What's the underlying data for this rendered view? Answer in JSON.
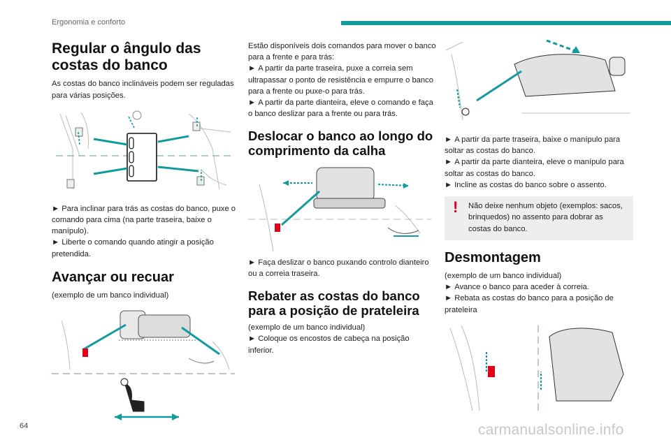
{
  "header": {
    "section": "Ergonomia e conforto"
  },
  "col1": {
    "title": "Regular o ângulo das costas do banco",
    "intro": "As costas do banco inclináveis podem ser reguladas para várias posições.",
    "step1": "Para inclinar para trás as costas do banco, puxe o comando para cima (na parte traseira, baixe o manípulo).",
    "step2": "Liberte o comando quando atingir a posição pretendida.",
    "h_forward": "Avançar ou recuar",
    "example": "(exemplo de um banco individual)"
  },
  "col2": {
    "intro": "Estão disponíveis dois comandos para mover o banco para a frente e para trás:",
    "step1": "A partir da parte traseira, puxe a correia sem ultrapassar o ponto de resistência e empurre o banco para a frente ou puxe-o para trás.",
    "step2": "A partir da parte dianteira, eleve o comando e faça o banco deslizar para a frente ou para trás.",
    "h_slide": "Deslocar o banco ao longo do comprimento da calha",
    "step3": "Faça deslizar o banco puxando controlo dianteiro ou a correia traseira.",
    "h_fold": "Rebater as costas do banco para a posição de prateleira",
    "example": "(exemplo de um banco individual)",
    "step4": "Coloque os encostos de cabeça na posição inferior."
  },
  "col3": {
    "step1": "A partir da parte traseira, baixe o manípulo para soltar as costas do banco.",
    "step2": "A partir da parte dianteira, eleve o manípulo para soltar as costas do banco.",
    "step3": "Incline as costas do banco sobre o assento.",
    "warning": "Não deixe nenhum objeto (exemplos: sacos, brinquedos) no assento para dobrar as costas do banco.",
    "h_remove": "Desmontagem",
    "example": "(exemplo de um banco individual)",
    "step4": "Avance o banco para aceder à correia.",
    "step5": "Rebata as costas do banco para a posição de prateleira"
  },
  "footer": {
    "page_number": "64",
    "watermark": "carmanualsonline.info"
  },
  "colors": {
    "accent": "#139a9f",
    "warning": "#e0001b"
  }
}
